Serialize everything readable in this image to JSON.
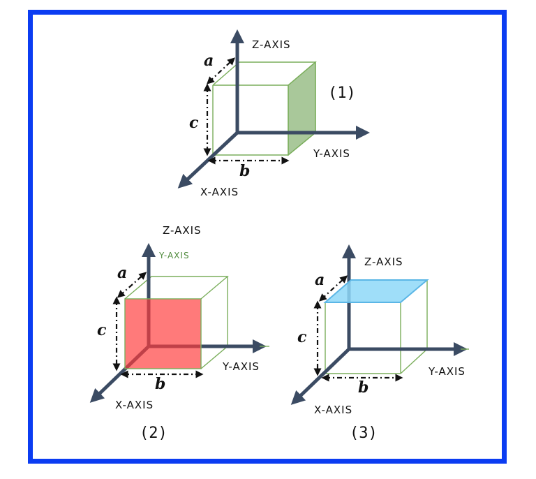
{
  "diagrams": [
    {
      "id": "1",
      "label": "(1)",
      "z_axis_label": "Z-AXIS",
      "y_axis_label": "Y-AXIS",
      "x_axis_label": "X-AXIS",
      "dim_a": "a",
      "dim_b": "b",
      "dim_c": "c",
      "highlighted_face": "right",
      "face_color": "#a9c89a"
    },
    {
      "id": "2",
      "label": "(2)",
      "z_axis_label": "Z-AXIS",
      "y_axis_label": "Y-AXIS",
      "y_axis_label_secondary": "Y-AXIS",
      "x_axis_label": "X-AXIS",
      "dim_a": "a",
      "dim_b": "b",
      "dim_c": "c",
      "highlighted_face": "front",
      "face_color": "#ff6b6b"
    },
    {
      "id": "3",
      "label": "(3)",
      "z_axis_label": "Z-AXIS",
      "y_axis_label": "Y-AXIS",
      "x_axis_label": "X-AXIS",
      "dim_a": "a",
      "dim_b": "b",
      "dim_c": "c",
      "highlighted_face": "top",
      "face_color": "#8ed8f8"
    }
  ],
  "colors": {
    "frame": "#0b3cf2",
    "axis": "#3b4b63",
    "cube_edge": "#7aae5b"
  }
}
